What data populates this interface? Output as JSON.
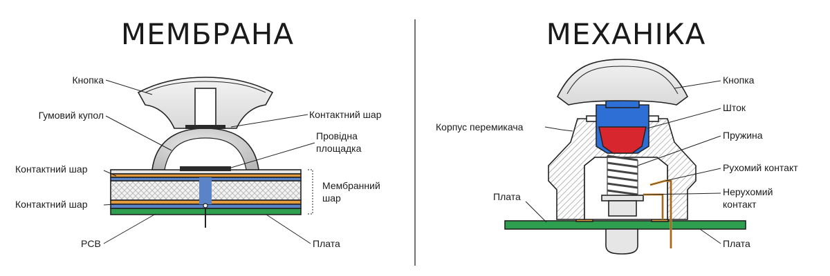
{
  "left": {
    "title": "МЕМБРАНА",
    "labels": {
      "button": "Кнопка",
      "rubber_dome": "Гумовий купол",
      "contact_layer_top_right": "Контактний шар",
      "conductive_pad_line1": "Провідна",
      "conductive_pad_line2": "площадка",
      "contact_layer_upper": "Контактний шар",
      "membrane_layer_line1": "Мембранний",
      "membrane_layer_line2": "шар",
      "contact_layer_lower": "Контактний шар",
      "pcb": "PCB",
      "board": "Плата"
    }
  },
  "right": {
    "title": "МЕХАНІКА",
    "labels": {
      "button": "Кнопка",
      "stem": "Шток",
      "housing": "Корпус перемикача",
      "spring": "Пружина",
      "moving_contact": "Рухомий контакт",
      "fixed_contact_line1": "Нерухомий",
      "fixed_contact_line2": "контакт",
      "board_left": "Плата",
      "board_right": "Плата"
    }
  },
  "colors": {
    "outline": "#222222",
    "hatch": "#9a9a9a",
    "grey_fill": "#e6e6e6",
    "dome": "#cfcfcf",
    "pcb_green": "#2e9e4f",
    "contact_orange": "#e39a3b",
    "membrane_blue": "#5a84c7",
    "stem_blue": "#2e6fd6",
    "red": "#d8262e",
    "dark": "#2a2a2a"
  }
}
